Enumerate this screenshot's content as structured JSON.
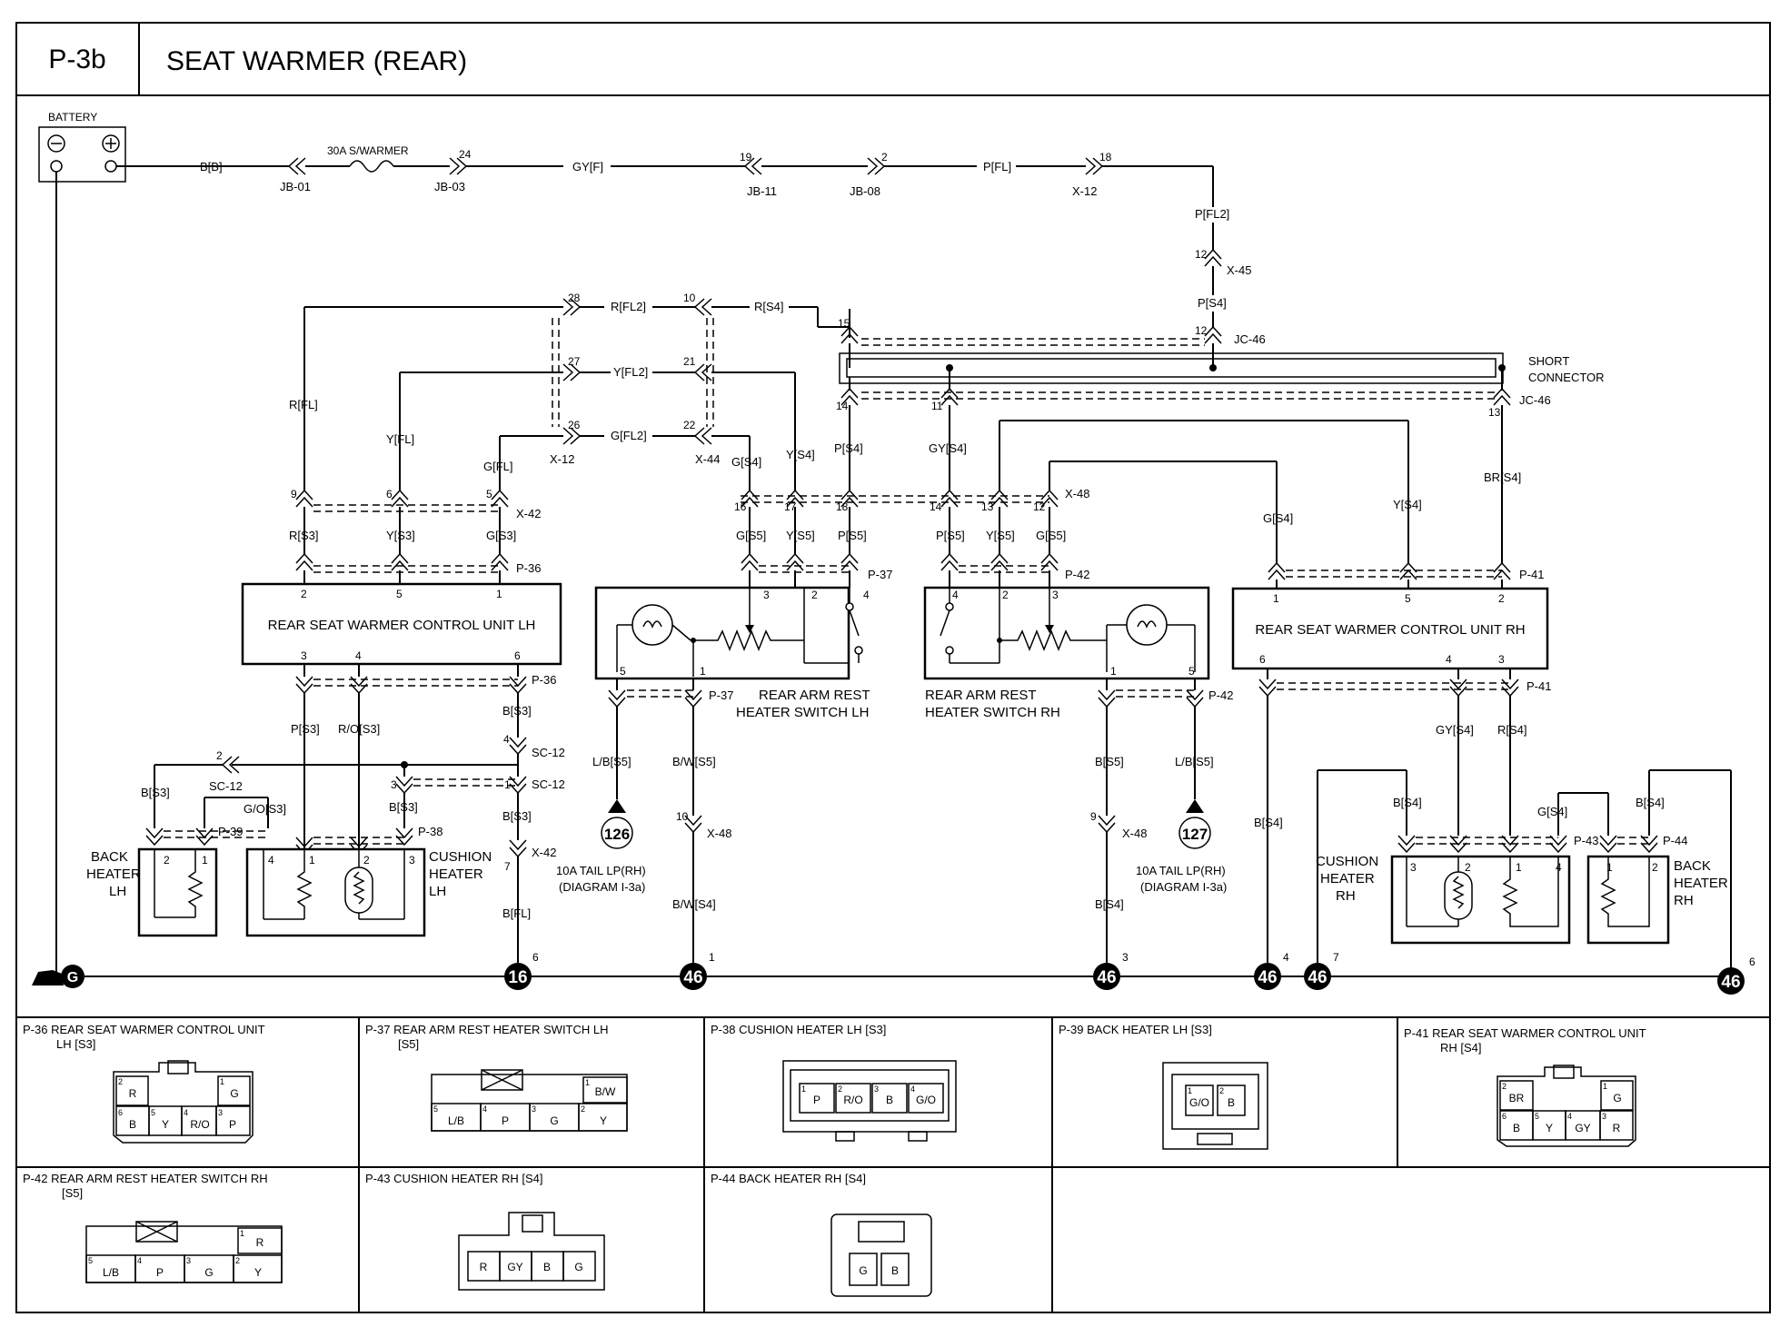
{
  "header": {
    "code": "P-3b",
    "title": "SEAT WARMER (REAR)"
  },
  "labels": {
    "battery": "BATTERY",
    "fuse": "30A S/WARMER",
    "short_connector_1": "SHORT",
    "short_connector_2": "CONNECTOR",
    "ctrl_lh": "REAR SEAT WARMER CONTROL UNIT LH",
    "ctrl_rh": "REAR SEAT WARMER CONTROL UNIT RH",
    "sw_lh_1": "REAR ARM REST",
    "sw_lh_2": "HEATER SWITCH LH",
    "sw_rh_1": "REAR ARM REST",
    "sw_rh_2": "HEATER SWITCH RH",
    "back_lh_1": "BACK",
    "back_lh_2": "HEATER",
    "back_lh_3": "LH",
    "cush_lh_1": "CUSHION",
    "cush_lh_2": "HEATER",
    "cush_lh_3": "LH",
    "cush_rh_1": "CUSHION",
    "cush_rh_2": "HEATER",
    "cush_rh_3": "RH",
    "back_rh_1": "BACK",
    "back_rh_2": "HEATER",
    "back_rh_3": "RH",
    "tail_rh_1": "10A TAIL LP(RH)",
    "tail_rh_2": "(DIAGRAM  I-3a)",
    "tail_rh_b1": "10A TAIL LP(RH)",
    "tail_rh_b2": "(DIAGRAM  I-3a)",
    "ref_126": "126",
    "ref_127": "127",
    "ground_g": "G"
  },
  "wires": {
    "bb": "B[B]",
    "gyf": "GY[F]",
    "pfl": "P[FL]",
    "pfl2": "P[FL2]",
    "ps4_top": "P[S4]",
    "rfl2": "R[FL2]",
    "rs4_top": "R[S4]",
    "yfl2": "Y[FL2]",
    "gfl2": "G[FL2]",
    "rfl": "R[FL]",
    "yfl": "Y[FL]",
    "gfl": "G[FL]",
    "gs4_a": "G[S4]",
    "ys4_a": "Y[S4]",
    "ps4_b": "P[S4]",
    "gys4": "GY[S4]",
    "brs4": "BR[S4]",
    "gs4_b": "G[S4]",
    "ys4_b": "Y[S4]",
    "rs3": "R[S3]",
    "ys3": "Y[S3]",
    "gs3": "G[S3]",
    "gs5_a": "G[S5]",
    "ys5_a": "Y[S5]",
    "ps5_a": "P[S5]",
    "ps5_b": "P[S5]",
    "ys5_b": "Y[S5]",
    "gs5_b": "G[S5]",
    "ps3": "P[S3]",
    "ros3": "R/O[S3]",
    "bs3_a": "B[S3]",
    "bs3_b": "B[S3]",
    "bs3_c": "B[S3]",
    "bs3_d": "B[S3]",
    "gos3": "G/O[S3]",
    "bfl": "B[FL]",
    "lbs5_a": "L/B[S5]",
    "bws5": "B/W[S5]",
    "bws4": "B/W[S4]",
    "bs5": "B[S5]",
    "lbs5_b": "L/B[S5]",
    "bs4_a": "B[S4]",
    "bs4_b": "B[S4]",
    "gys4_b": "GY[S4]",
    "rs4_b": "R[S4]",
    "bs4_c": "B[S4]",
    "gs4_c": "G[S4]",
    "bs4_d": "B[S4]"
  },
  "connectors": {
    "jb01": "JB-01",
    "jb03": "JB-03",
    "jb11": "JB-11",
    "jb08": "JB-08",
    "x12a": "X-12",
    "x45": "X-45",
    "jc46a": "JC-46",
    "jc46b": "JC-46",
    "x12b": "X-12",
    "x44": "X-44",
    "x42a": "X-42",
    "x48a": "X-48",
    "p36a": "P-36",
    "p37a": "P-37",
    "p42a": "P-42",
    "p41a": "P-41",
    "p36b": "P-36",
    "p37b": "P-37",
    "p42b": "P-42",
    "p41b": "P-41",
    "sc12a": "SC-12",
    "sc12b": "SC-12",
    "sc12c": "SC-12",
    "p39": "P-39",
    "p38": "P-38",
    "p43": "P-43",
    "p44": "P-44",
    "x42b": "X-42",
    "x48b": "X-48",
    "x48c": "X-48"
  },
  "pins": {
    "n24": "24",
    "n19": "19",
    "n2a": "2",
    "n18a": "18",
    "n12a": "12",
    "n12b": "12",
    "n28": "28",
    "n10": "10",
    "n27": "27",
    "n21": "21",
    "n26": "26",
    "n22": "22",
    "n15": "15",
    "n14a": "14",
    "n11": "11",
    "n13a": "13",
    "n9": "9",
    "n6": "6",
    "n5": "5",
    "n16": "16",
    "n17": "17",
    "n18b": "18",
    "n14b": "14",
    "n13b": "13",
    "n12c": "12",
    "lh_p2": "2",
    "lh_p5": "5",
    "lh_p1": "1",
    "lh_p3": "3",
    "lh_p4": "4",
    "lh_p6": "6",
    "sl_p3": "3",
    "sl_p2": "2",
    "sl_p4": "4",
    "sl_p5": "5",
    "sl_p1": "1",
    "sr_p4": "4",
    "sr_p2": "2",
    "sr_p3": "3",
    "sr_p1": "1",
    "sr_p5": "5",
    "rh_p1": "1",
    "rh_p5": "5",
    "rh_p2": "2",
    "rh_p6": "6",
    "rh_p4": "4",
    "rh_p3": "3",
    "sc_4": "4",
    "sc_2": "2",
    "sc_3": "3",
    "sc_1": "1",
    "bl_2": "2",
    "bl_1": "1",
    "cl_4": "4",
    "cl_1": "1",
    "cl_2": "2",
    "cl_3": "3",
    "cr_3": "3",
    "cr_2": "2",
    "cr_1": "1",
    "cr_4": "4",
    "br_1": "1",
    "br_2": "2",
    "x42_7": "7",
    "x48_10": "10",
    "x48_9": "9"
  },
  "grounds": {
    "g16": "16",
    "g16_pin": "6",
    "g46a": "46",
    "g46a_pin": "1",
    "g46b": "46",
    "g46b_pin": "3",
    "g46c": "46",
    "g46c_pin": "4",
    "g46d": "46",
    "g46d_pin": "7",
    "g46e": "46",
    "g46e_pin": "6"
  },
  "connector_views": {
    "p36": {
      "title1": "P-36 REAR SEAT WARMER CONTROL UNIT",
      "title2": "LH [S3]",
      "top": [
        {
          "n": "2",
          "c": "R"
        },
        {
          "n": "1",
          "c": "G"
        }
      ],
      "bottom": [
        {
          "n": "6",
          "c": "B"
        },
        {
          "n": "5",
          "c": "Y"
        },
        {
          "n": "4",
          "c": "R/O"
        },
        {
          "n": "3",
          "c": "P"
        }
      ]
    },
    "p37": {
      "title1": "P-37 REAR ARM REST HEATER SWITCH LH",
      "title2": "[S5]",
      "top": [
        {
          "n": "1",
          "c": "B/W"
        }
      ],
      "bottom": [
        {
          "n": "5",
          "c": "L/B"
        },
        {
          "n": "4",
          "c": "P"
        },
        {
          "n": "3",
          "c": "G"
        },
        {
          "n": "2",
          "c": "Y"
        }
      ]
    },
    "p38": {
      "title1": "P-38 CUSHION HEATER LH [S3]",
      "cells": [
        {
          "n": "1",
          "c": "P"
        },
        {
          "n": "2",
          "c": "R/O"
        },
        {
          "n": "3",
          "c": "B"
        },
        {
          "n": "4",
          "c": "G/O"
        }
      ]
    },
    "p39": {
      "title1": "P-39 BACK HEATER LH [S3]",
      "cells": [
        {
          "n": "1",
          "c": "G/O"
        },
        {
          "n": "2",
          "c": "B"
        }
      ]
    },
    "p41": {
      "title1": "P-41 REAR SEAT WARMER CONTROL UNIT",
      "title2": "RH [S4]",
      "top": [
        {
          "n": "2",
          "c": "BR"
        },
        {
          "n": "1",
          "c": "G"
        }
      ],
      "bottom": [
        {
          "n": "6",
          "c": "B"
        },
        {
          "n": "5",
          "c": "Y"
        },
        {
          "n": "4",
          "c": "GY"
        },
        {
          "n": "3",
          "c": "R"
        }
      ]
    },
    "p42": {
      "title1": "P-42 REAR ARM REST HEATER SWITCH RH",
      "title2": "[S5]",
      "top": [
        {
          "n": "1",
          "c": "R"
        }
      ],
      "bottom": [
        {
          "n": "5",
          "c": "L/B"
        },
        {
          "n": "4",
          "c": "P"
        },
        {
          "n": "3",
          "c": "G"
        },
        {
          "n": "2",
          "c": "Y"
        }
      ]
    },
    "p43": {
      "title1": "P-43 CUSHION HEATER RH [S4]",
      "cells": [
        {
          "n": "",
          "c": "R"
        },
        {
          "n": "",
          "c": "GY"
        },
        {
          "n": "",
          "c": "B"
        },
        {
          "n": "",
          "c": "G"
        }
      ]
    },
    "p44": {
      "title1": "P-44 BACK HEATER RH [S4]",
      "cells": [
        {
          "n": "",
          "c": "G"
        },
        {
          "n": "",
          "c": "B"
        }
      ]
    }
  }
}
